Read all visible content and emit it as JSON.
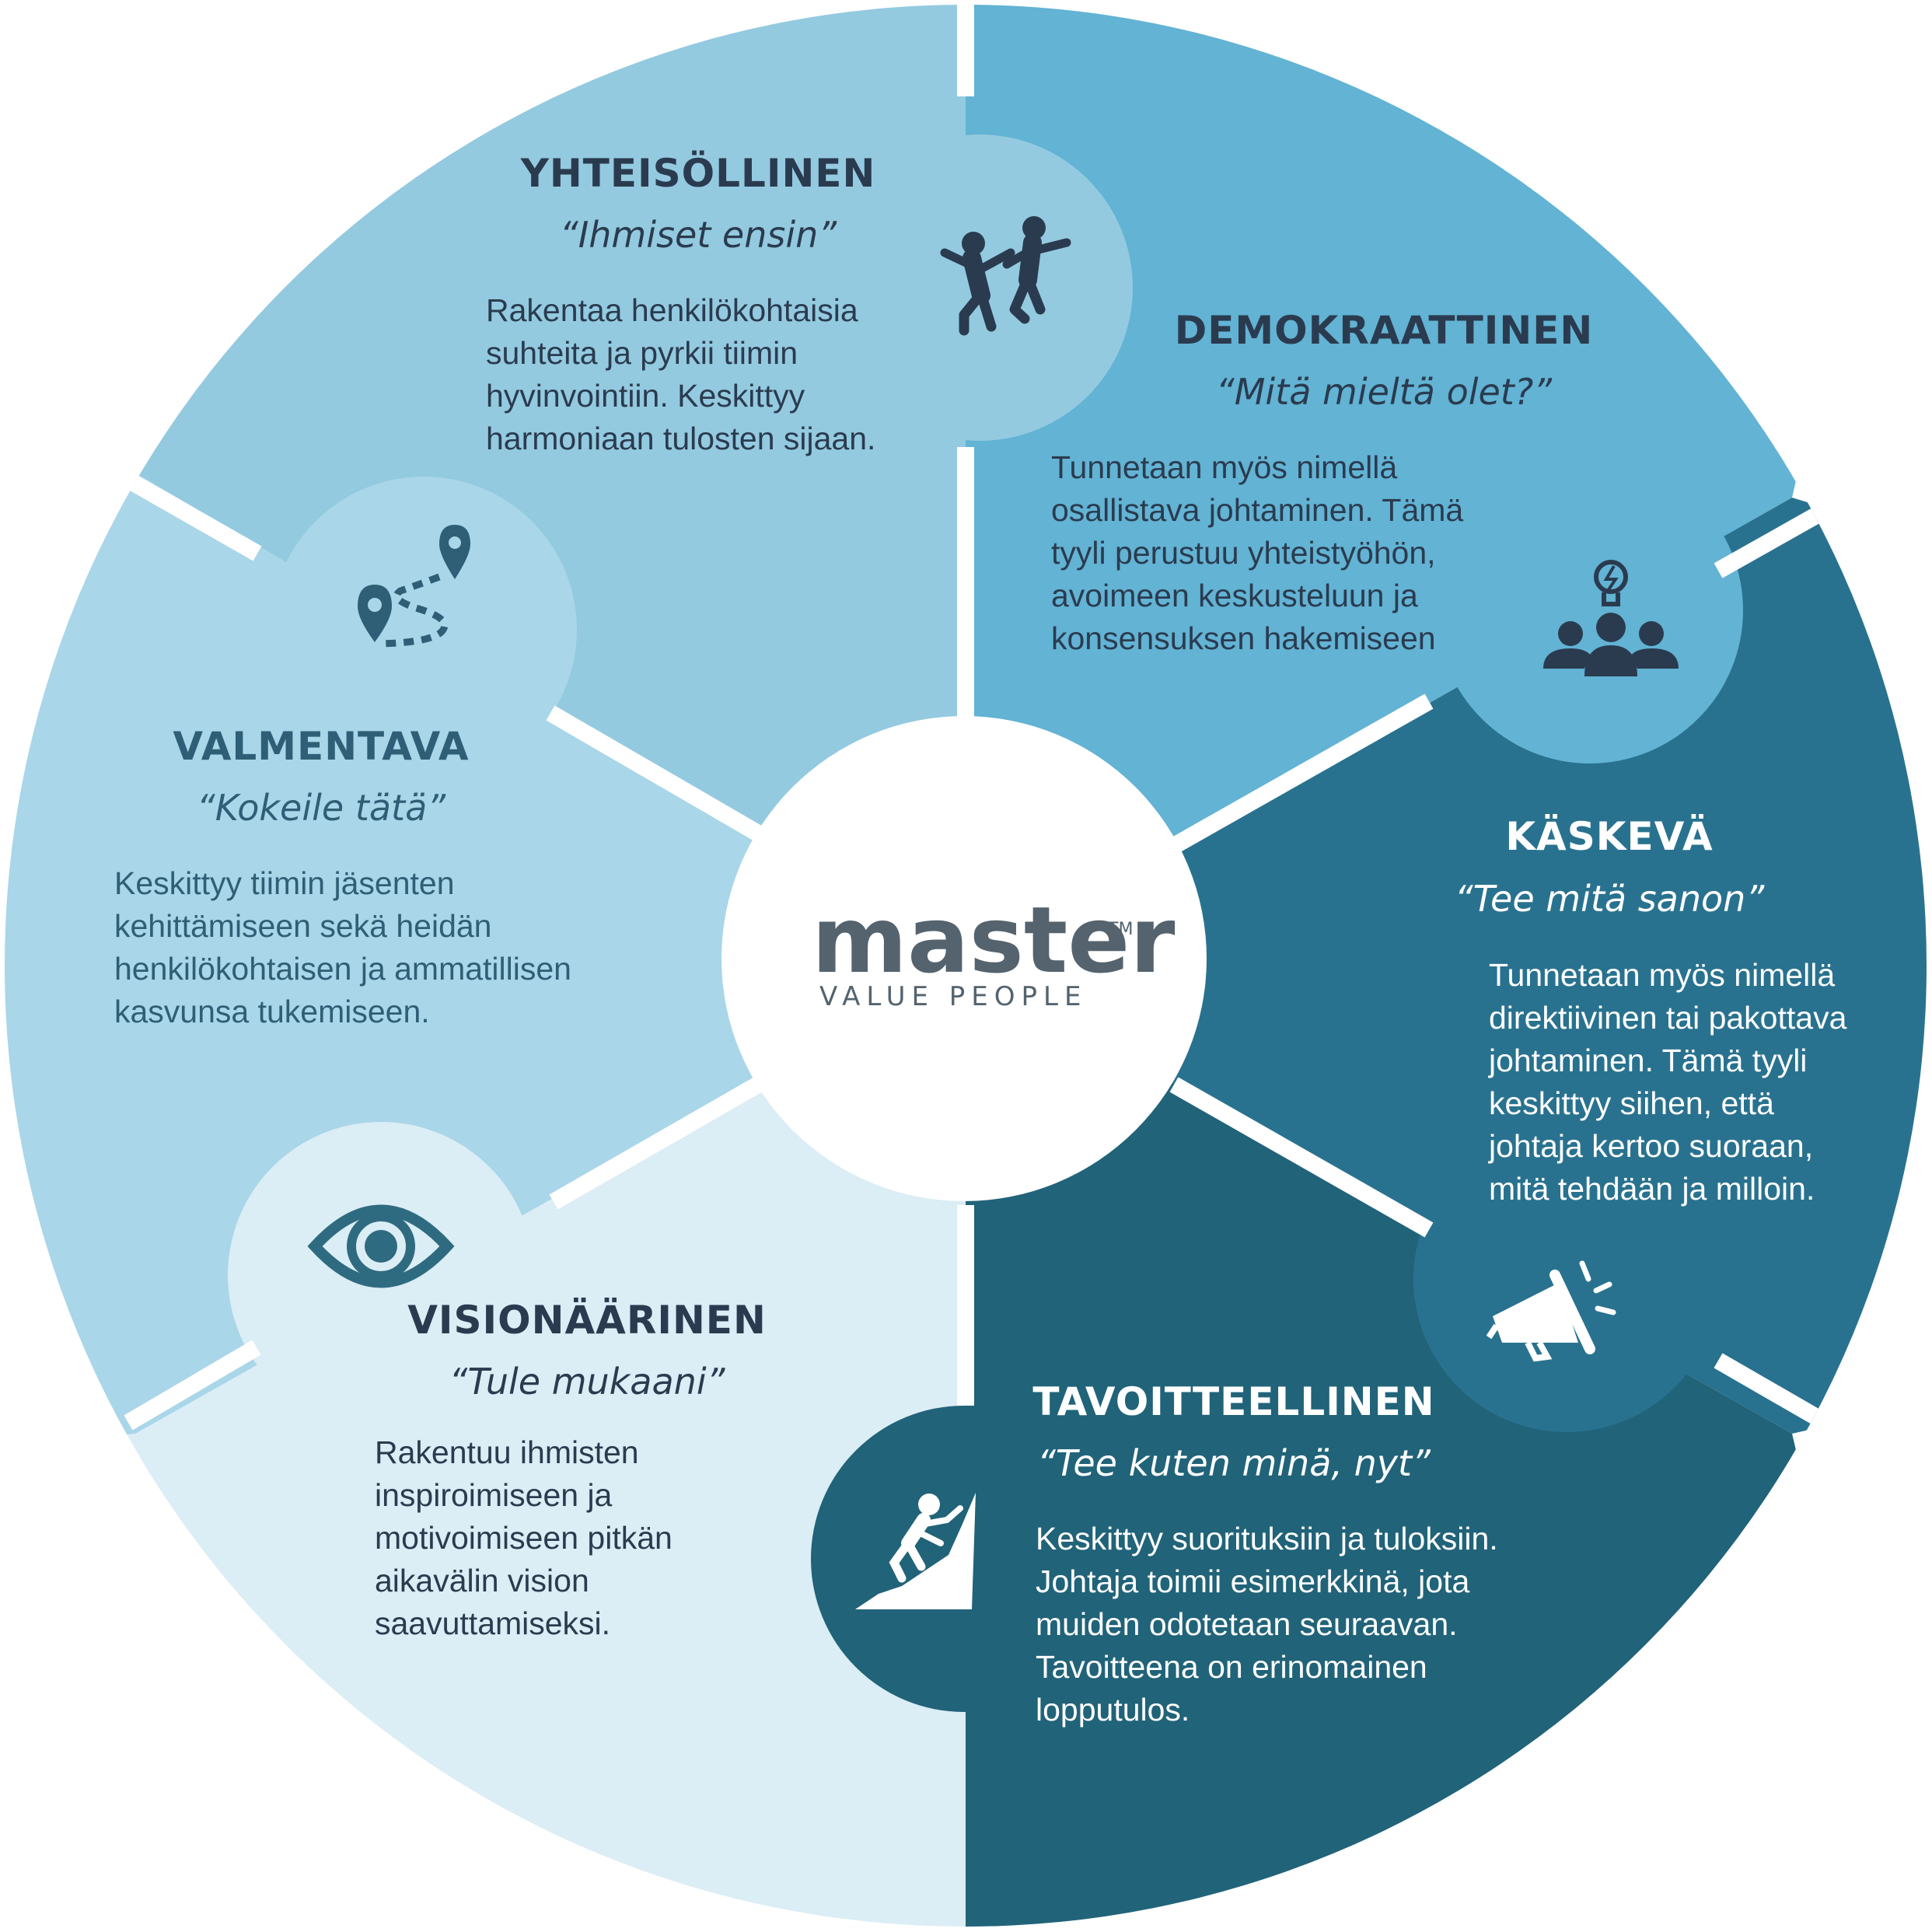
{
  "colors": {
    "yhteisollinen": "#93cae0",
    "demokraattinen": "#62b3d4",
    "kaskeva": "#29728f",
    "tavoitteellinen": "#216379",
    "visionaarinen": "#dbedf5",
    "valmentava": "#a9d6e8",
    "dark_text": "#2b3b4f",
    "white": "#ffffff"
  },
  "logo": {
    "word": "master",
    "trademark": "TM",
    "tagline": "VALUE PEOPLE"
  },
  "segments": {
    "yhteisollinen": {
      "title": "YHTEISÖLLINEN",
      "quote": "“Ihmiset ensin”",
      "icon": "dancing-people-icon",
      "desc": [
        "Rakentaa henkilökohtaisia",
        "suhteita ja pyrkii tiimin",
        "hyvinvointiin. Keskittyy",
        "harmoniaan tulosten sijaan."
      ]
    },
    "demokraattinen": {
      "title": "DEMOKRAATTINEN",
      "quote": "“Mitä mieltä olet?”",
      "icon": "team-idea-icon",
      "desc": [
        "Tunnetaan myös nimellä",
        "osallistava johtaminen. Tämä",
        "tyyli perustuu yhteistyöhön,",
        "avoimeen keskusteluun ja",
        "konsensuksen hakemiseen"
      ]
    },
    "kaskeva": {
      "title": "KÄSKEVÄ",
      "quote": "“Tee mitä sanon”",
      "icon": "megaphone-icon",
      "desc": [
        "Tunnetaan myös nimellä",
        "direktiivinen tai pakottava",
        "johtaminen. Tämä tyyli",
        "keskittyy siihen, että",
        "johtaja kertoo  suoraan,",
        "mitä tehdään ja milloin."
      ]
    },
    "tavoitteellinen": {
      "title": "TAVOITTEELLINEN",
      "quote": "“Tee kuten minä, nyt”",
      "icon": "climber-icon",
      "desc": [
        "Keskittyy suorituksiin ja tuloksiin.",
        "Johtaja toimii esimerkkinä, jota",
        "muiden odotetaan seuraavan.",
        "Tavoitteena on erinomainen",
        "lopputulos."
      ]
    },
    "visionaarinen": {
      "title": "VISIONÄÄRINEN",
      "quote": "“Tule mukaani”",
      "icon": "eye-icon",
      "desc": [
        "Rakentuu ihmisten",
        "inspiroimiseen ja",
        "motivoimiseen pitkän",
        "aikavälin vision",
        "saavuttamiseksi."
      ]
    },
    "valmentava": {
      "title": "VALMENTAVA",
      "quote": "“Kokeile tätä”",
      "icon": "route-pins-icon",
      "desc": [
        "Keskittyy tiimin jäsenten",
        "kehittämiseen sekä heidän",
        "henkilökohtaisen ja ammatillisen",
        "kasvunsa tukemiseen."
      ]
    }
  }
}
